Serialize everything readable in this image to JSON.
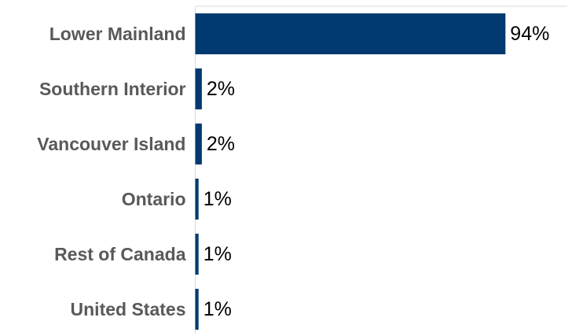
{
  "chart_data": {
    "type": "bar",
    "orientation": "horizontal",
    "categories": [
      "Lower Mainland",
      "Southern Interior",
      "Vancouver Island",
      "Ontario",
      "Rest of Canada",
      "United States"
    ],
    "values": [
      94,
      2,
      2,
      1,
      1,
      1
    ],
    "value_labels": [
      "94%",
      "2%",
      "2%",
      "1%",
      "1%",
      "1%"
    ],
    "title": "",
    "xlabel": "",
    "ylabel": "",
    "xlim": [
      0,
      100
    ],
    "grid": false,
    "legend": "none",
    "bar_color": "#003A70",
    "axis_color": "#D9D9D9"
  }
}
